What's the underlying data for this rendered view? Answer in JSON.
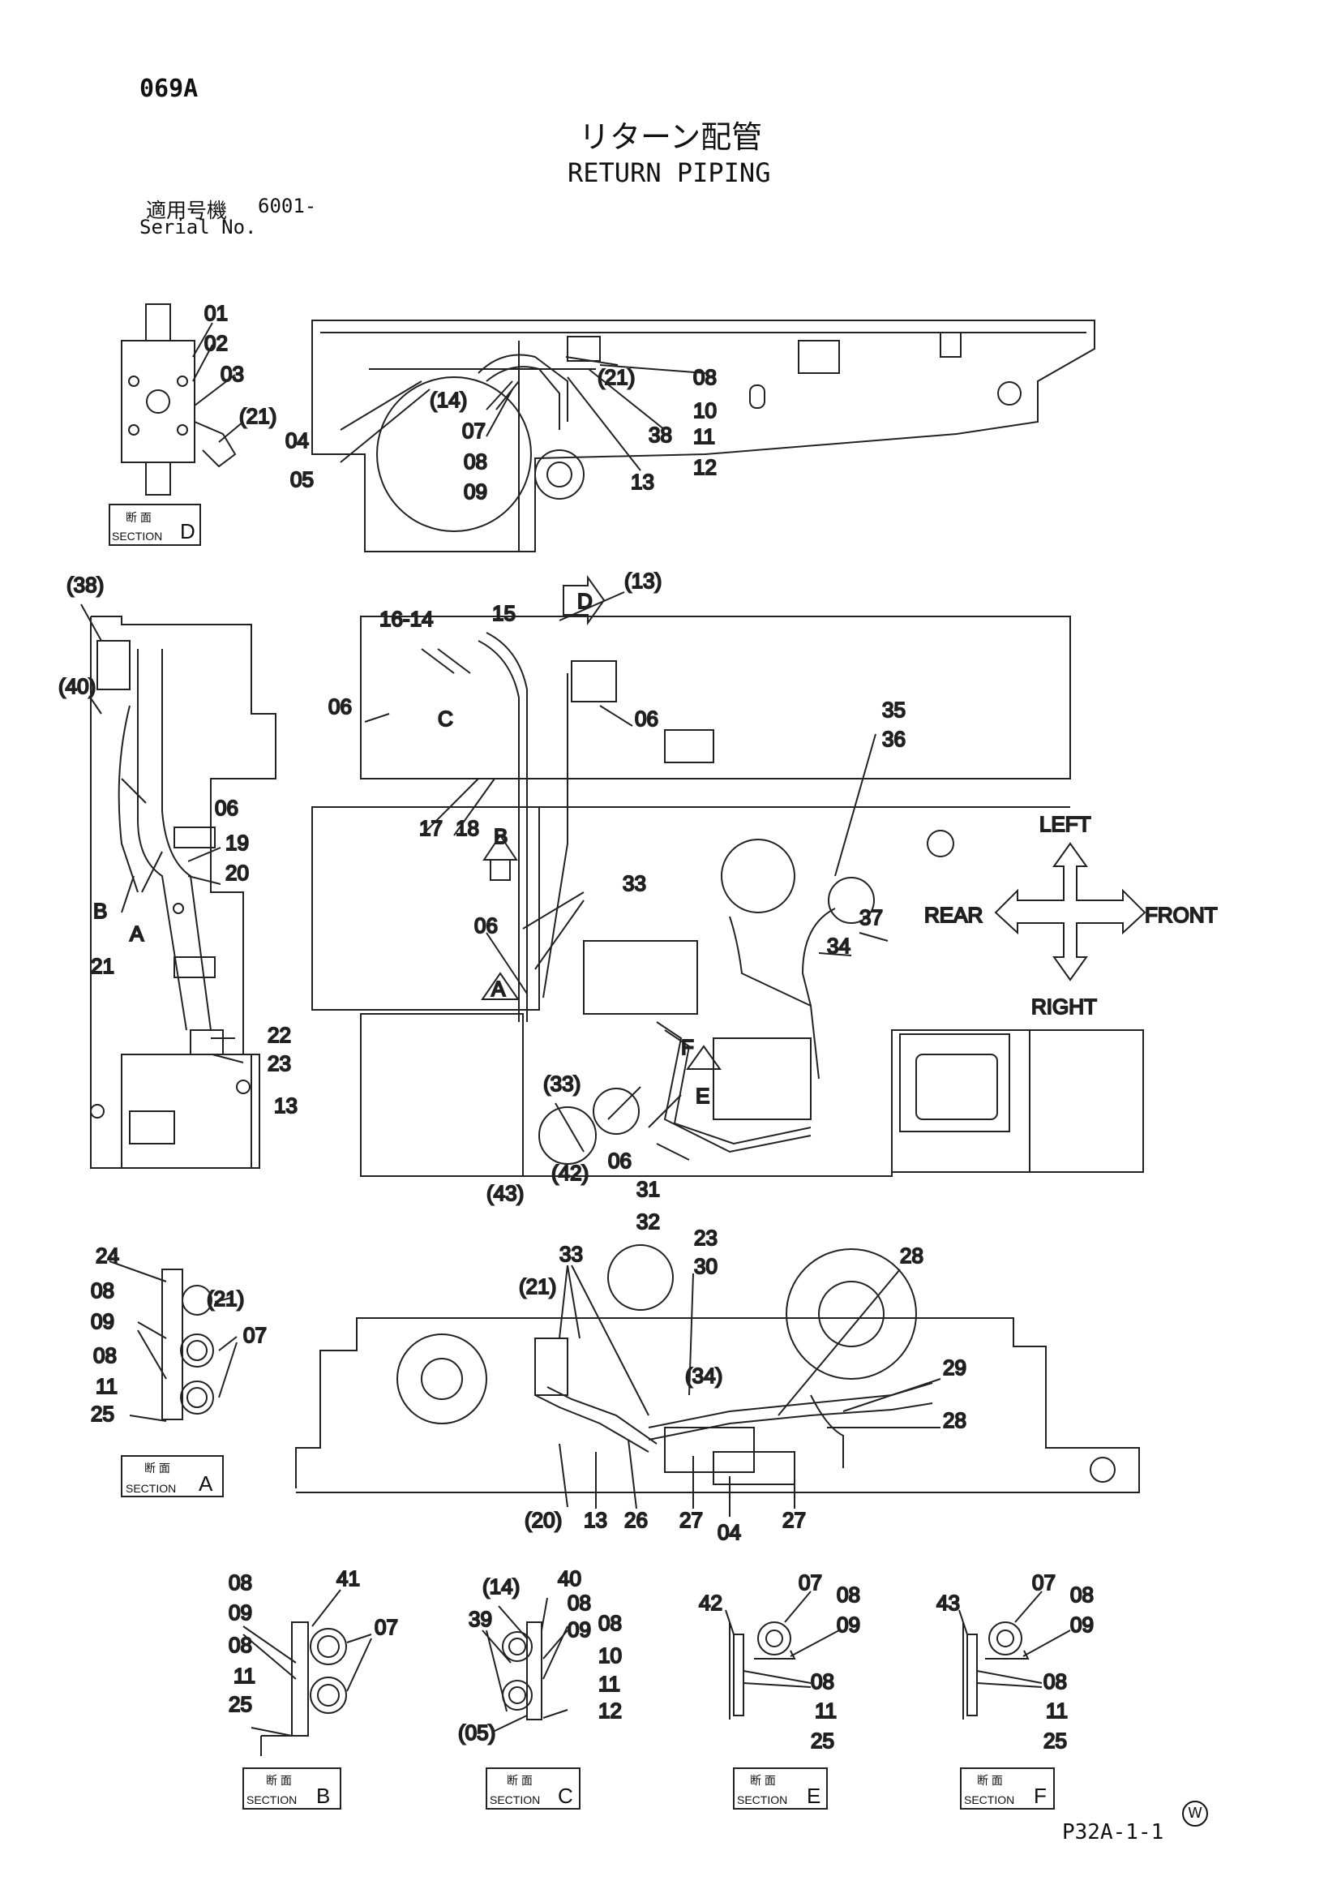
{
  "header": {
    "page_id": "069A",
    "title_jp": "リターン配管",
    "title_en": "RETURN PIPING",
    "serial_label_jp": "適用号機",
    "serial_value": "6001-",
    "serial_label_en": "Serial No."
  },
  "footer": {
    "page_code": "P32A-1-1",
    "mark": "W"
  },
  "section_labels": {
    "word_jp": "断 面",
    "word_en": "SECTION",
    "A": "A",
    "B": "B",
    "C": "C",
    "D": "D",
    "E": "E",
    "F": "F"
  },
  "directions": {
    "left": "LEFT",
    "rear": "REAR",
    "front": "FRONT",
    "right": "RIGHT"
  },
  "callouts": {
    "d_view": [
      "01",
      "02",
      "03",
      "(21)"
    ],
    "top_view": [
      "04",
      "05",
      "(14)",
      "07",
      "08",
      "09",
      "(21)",
      "08",
      "10",
      "11",
      "12",
      "38",
      "13"
    ],
    "left_view": [
      "(38)",
      "(40)",
      "06",
      "19",
      "20",
      "B",
      "A",
      "21",
      "22",
      "23",
      "13"
    ],
    "plan_view": [
      "(13)",
      "16-14",
      "15",
      "06",
      "C",
      "06",
      "35",
      "36",
      "17",
      "18",
      "B",
      "33",
      "06",
      "37",
      "34",
      "A",
      "F",
      "E",
      "(33)",
      "(43)",
      "(42)",
      "06",
      "31",
      "32",
      "D"
    ],
    "section_a": [
      "24",
      "08",
      "09",
      "(21)",
      "07",
      "08",
      "11",
      "25"
    ],
    "bottom_view": [
      "33",
      "23",
      "30",
      "28",
      "(21)",
      "(34)",
      "29",
      "28",
      "(20)",
      "13",
      "26",
      "27",
      "04",
      "27"
    ],
    "section_b": [
      "08",
      "09",
      "41",
      "07",
      "08",
      "11",
      "25"
    ],
    "section_c": [
      "(14)",
      "40",
      "08",
      "39",
      "09",
      "08",
      "10",
      "11",
      "12",
      "(05)"
    ],
    "section_e": [
      "07",
      "08",
      "42",
      "09",
      "08",
      "11",
      "25"
    ],
    "section_f": [
      "07",
      "08",
      "43",
      "09",
      "08",
      "11",
      "25"
    ]
  }
}
